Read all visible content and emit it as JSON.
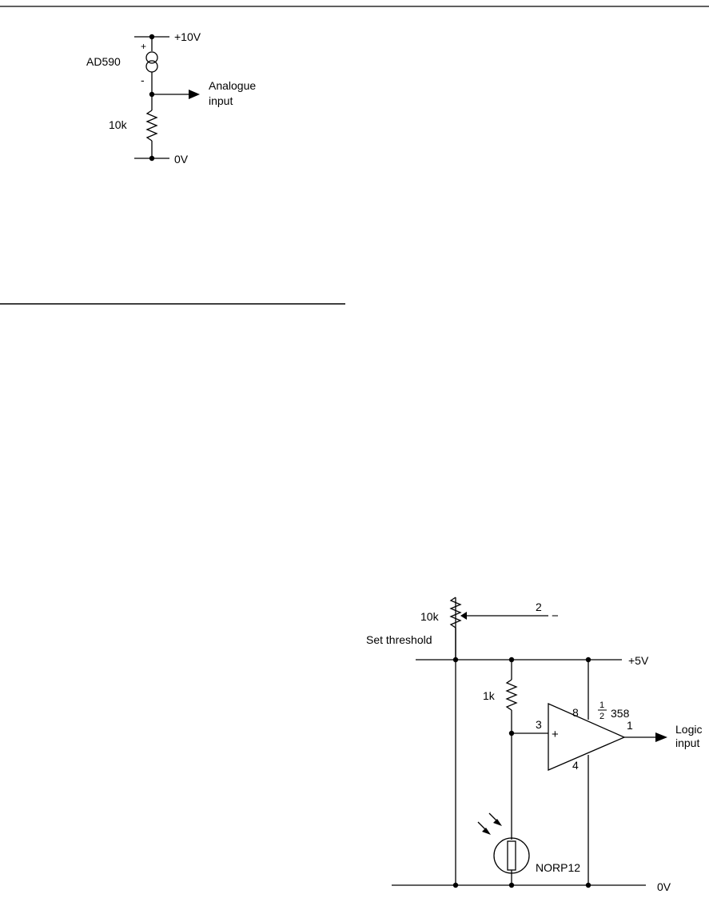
{
  "circuit1": {
    "supply_label": "+10V",
    "sensor_label": "AD590",
    "plus_label": "+",
    "minus_label": "-",
    "output_label_line1": "Analogue",
    "output_label_line2": "input",
    "resistor_label": "10k",
    "ground_label": "0V"
  },
  "circuit2": {
    "supply_label": "+5V",
    "ground_label": "0V",
    "pullup_label": "1k",
    "pot_label": "10k",
    "pot_caption": "Set threshold",
    "ldr_label": "NORP12",
    "opamp_fraction_num": "1",
    "opamp_fraction_den": "2",
    "opamp_part": "358",
    "pin_noninv": "3",
    "pin_inv": "2",
    "pin_vcc": "8",
    "pin_gnd": "4",
    "pin_out": "1",
    "plus_sign": "+",
    "minus_sign": "−",
    "output_label_line1": "Logic",
    "output_label_line2": "input"
  }
}
